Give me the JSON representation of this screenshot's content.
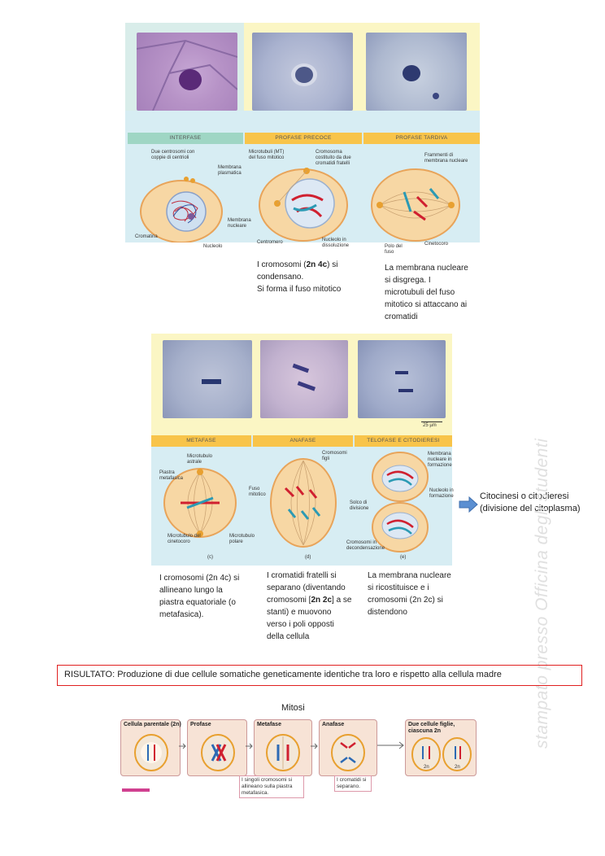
{
  "panel1": {
    "phases": [
      "INTERFASE",
      "PROFASE PRECOCE",
      "PROFASE TARDIVA"
    ],
    "labels": {
      "centrosomi": "Due centrosomi con coppie di centrioli",
      "membrana_plasmatica": "Membrana plasmatica",
      "membrana_nucleare": "Membrana nucleare",
      "cromatina": "Cromatina",
      "nucleolo": "Nucleolo",
      "microtubuli": "Microtubuli (MT) del fuso mitotico",
      "cromosoma": "Cromosoma costituito da due cromatidi fratelli",
      "centromero": "Centromero",
      "nucleolo_dissoluzione": "Nucleolo in dissoluzione",
      "frammenti": "Frammenti di membrana nucleare",
      "polo": "Polo del fuso",
      "cinetocoro": "Cinetocoro"
    }
  },
  "desc1": {
    "profase_l1a": "I cromosomi (",
    "profase_l1b": "2n 4c",
    "profase_l1c": ") si",
    "profase_l2": "condensano.",
    "profase_l3": "Si forma il fuso mitotico",
    "tardiva_l1": "La membrana nucleare",
    "tardiva_l2": "si disgrega. I",
    "tardiva_l3": "microtubuli del fuso",
    "tardiva_l4": "mitotico si attaccano ai",
    "tardiva_l5": "cromatidi"
  },
  "panel2": {
    "phases": [
      "METAFASE",
      "ANAFASE",
      "TELOFASE E CITODIERESI"
    ],
    "scale": "25 µm",
    "letters": [
      "(c)",
      "(d)",
      "(e)"
    ],
    "labels": {
      "microtubulo_astrale": "Microtubulo astrale",
      "piastra": "Piastra metafasica",
      "fuso": "Fuso mitotico",
      "microtubulo_cinetocoro": "Microtubulo del cinetocoro",
      "microtubulo_polare": "Microtubulo polare",
      "cromosomi_figli": "Cromosomi figli",
      "membrana_formazione": "Membrana nucleare in formazione",
      "nucleolo_formazione": "Nucleolo in formazione",
      "solco": "Solco di divisione",
      "cromosomi_decondensazione": "Cromosomi in decondensazione"
    }
  },
  "citocinesi": {
    "line1": "Citocinesi o citodieresi",
    "line2": "(divisione del citoplasma)"
  },
  "desc2": {
    "meta_l1": "I cromosomi (2n 4c) si",
    "meta_l2": "allineano lungo la",
    "meta_l3": "piastra equatoriale (o",
    "meta_l4": "metafasica).",
    "ana_l1": "I cromatidi fratelli si",
    "ana_l2": "separano (diventando",
    "ana_l3a": "cromosomi [",
    "ana_l3b": "2n 2c",
    "ana_l3c": "] a se",
    "ana_l4": "stanti) e muovono",
    "ana_l5": "verso i poli opposti",
    "ana_l6": "della cellula",
    "telo_l1": "La membrana nucleare",
    "telo_l2": "si ricostituisce e i",
    "telo_l3": "cromosomi (2n 2c) si",
    "telo_l4": "distendono"
  },
  "risultato": "RISULTATO: Produzione di due cellule somatiche geneticamente identiche tra loro e rispetto alla cellula madre",
  "watermark": "stampato presso Officina degli studenti",
  "mitosi": {
    "title": "Mitosi",
    "steps": [
      "Cellula parentale (2n)",
      "Profase",
      "Metafase",
      "Anafase",
      "Due cellule figlie, ciascuna 2n"
    ],
    "note_meta": "I singoli cromosomi si allineano sulla piastra metafasica.",
    "note_ana": "I cromatidi si separano.",
    "chrom_label": "2n"
  },
  "colors": {
    "bar_teal": "#9fd6c4",
    "bar_yellow": "#f8c44a",
    "panel_blue": "#d7edf3",
    "panel_yellow": "#fbf6c4",
    "cell_fill": "#f7d7a4",
    "arrow": "#5b8fd1",
    "risultato_border": "#e02020"
  }
}
